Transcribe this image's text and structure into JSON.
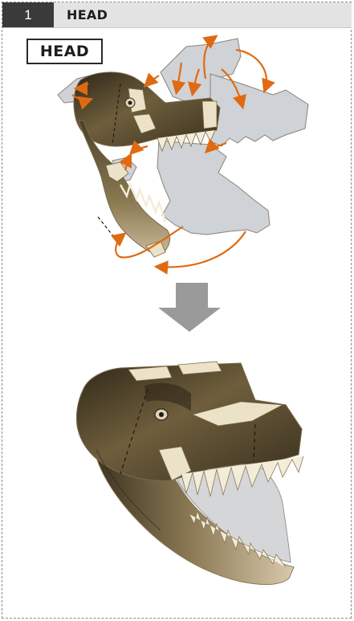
{
  "step": {
    "number": "1",
    "title": "HEAD"
  },
  "part_label": "HEAD",
  "colors": {
    "header_bg": "#e3e3e3",
    "number_bg": "#3a3a3a",
    "arrow_orange": "#e06a12",
    "down_arrow_gray": "#9a9a9a",
    "skin_dark": "#3f3522",
    "skin_mid": "#7a6a45",
    "panel_gray": "#cfd2d6",
    "tooth": "#f3ecd8"
  },
  "icons": {
    "down_arrow": "down-arrow-icon",
    "exploded_head": "exploded-head-diagram",
    "assembled_head": "assembled-head-illustration"
  }
}
